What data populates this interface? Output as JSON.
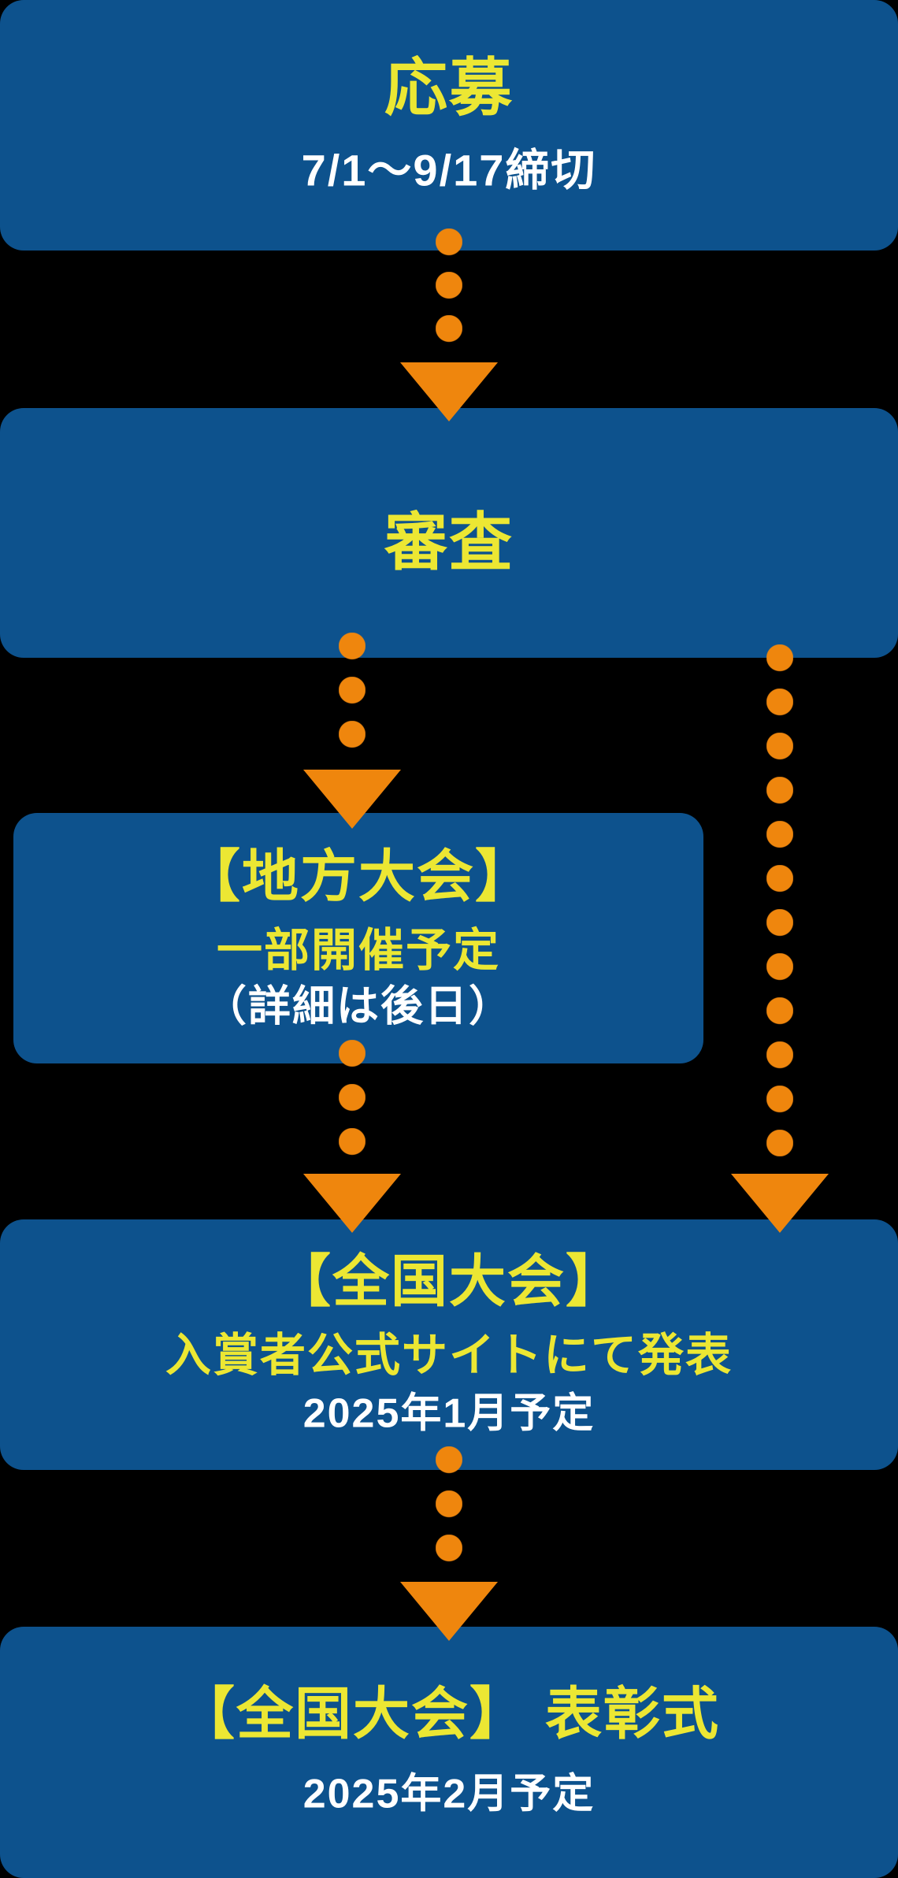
{
  "colors": {
    "bg": "#000000",
    "box-blue": "#0d528d",
    "title-yellow": "#ece733",
    "text-white": "#ffffff",
    "arrow-orange": "#ef860d"
  },
  "steps": [
    {
      "id": "apply",
      "title": "応募",
      "subtitle": "7/1〜9/17締切"
    },
    {
      "id": "judge",
      "title": "審査"
    },
    {
      "id": "regional",
      "title": "【地方大会】",
      "subtitle": "一部開催予定",
      "note": "（詳細は後日）"
    },
    {
      "id": "national",
      "title": "【全国大会】",
      "subtitle": "入賞者公式サイトにて発表",
      "note": "2025年1月予定"
    },
    {
      "id": "ceremony",
      "title": "【全国大会】 表彰式",
      "subtitle": "2025年2月予定"
    }
  ]
}
